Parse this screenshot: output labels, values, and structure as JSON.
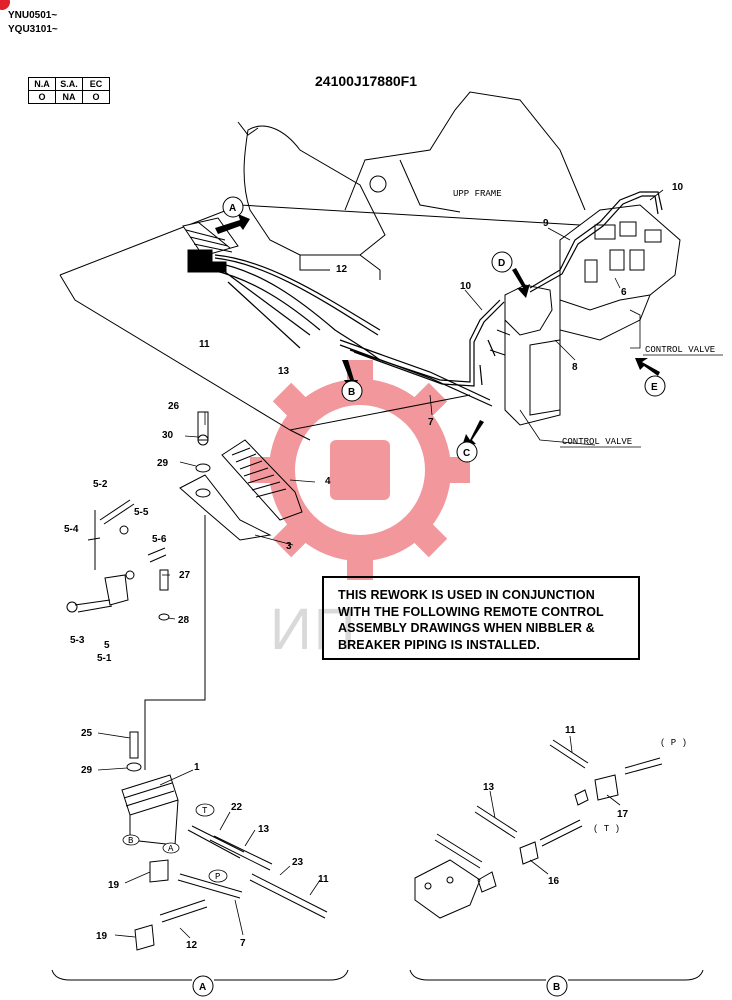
{
  "header": {
    "model_codes": [
      "YNU0501~",
      "YQU3101~"
    ],
    "part_number": "24100J17880F1"
  },
  "availability_table": {
    "headers": [
      "N.A",
      "S.A.",
      "EC"
    ],
    "values": [
      "O",
      "NA",
      "O"
    ]
  },
  "diagram": {
    "labels": {
      "upp_frame": "UPP FRAME",
      "control_valve_1": "CONTROL VALVE",
      "control_valve_2": "CONTROL VALVE",
      "port_t1": "T",
      "port_p1": "P",
      "port_a": "A",
      "port_b": "B",
      "port_p2": "( P )",
      "port_t2": "( T )"
    },
    "callouts": {
      "a": "A",
      "b": "B",
      "c": "C",
      "d": "D",
      "e": "E"
    },
    "part_numbers": {
      "n1": "1",
      "n3": "3",
      "n4": "4",
      "n5": "5",
      "n5_1": "5-1",
      "n5_2": "5-2",
      "n5_3": "5-3",
      "n5_4": "5-4",
      "n5_5": "5-5",
      "n5_6": "5-6",
      "n6": "6",
      "n7": "7",
      "n8": "8",
      "n9": "9",
      "n10a": "10",
      "n10b": "10",
      "n11": "11",
      "n12": "12",
      "n13": "13",
      "n25": "25",
      "n26": "26",
      "n27": "27",
      "n28": "28",
      "n29a": "29",
      "n29b": "29",
      "n30": "30",
      "da_n13": "13",
      "da_n22": "22",
      "da_n23": "23",
      "da_n11": "11",
      "da_n19a": "19",
      "da_n19b": "19",
      "da_n12": "12",
      "da_n7": "7",
      "db_n11": "11",
      "db_n13": "13",
      "db_n16": "16",
      "db_n17": "17"
    },
    "views": {
      "a": "A",
      "b": "B"
    }
  },
  "note": {
    "lines": [
      "THIS REWORK IS USED IN CONJUNCTION",
      "WITH THE FOLLOWING REMOTE CONTROL",
      "ASSEMBLY DRAWINGS WHEN NIBBLER &",
      "BREAKER PIPING IS INSTALLED."
    ]
  },
  "watermark": "ИП",
  "colors": {
    "logo_red": "#e8434a",
    "corner_mark": "#e0202a"
  }
}
